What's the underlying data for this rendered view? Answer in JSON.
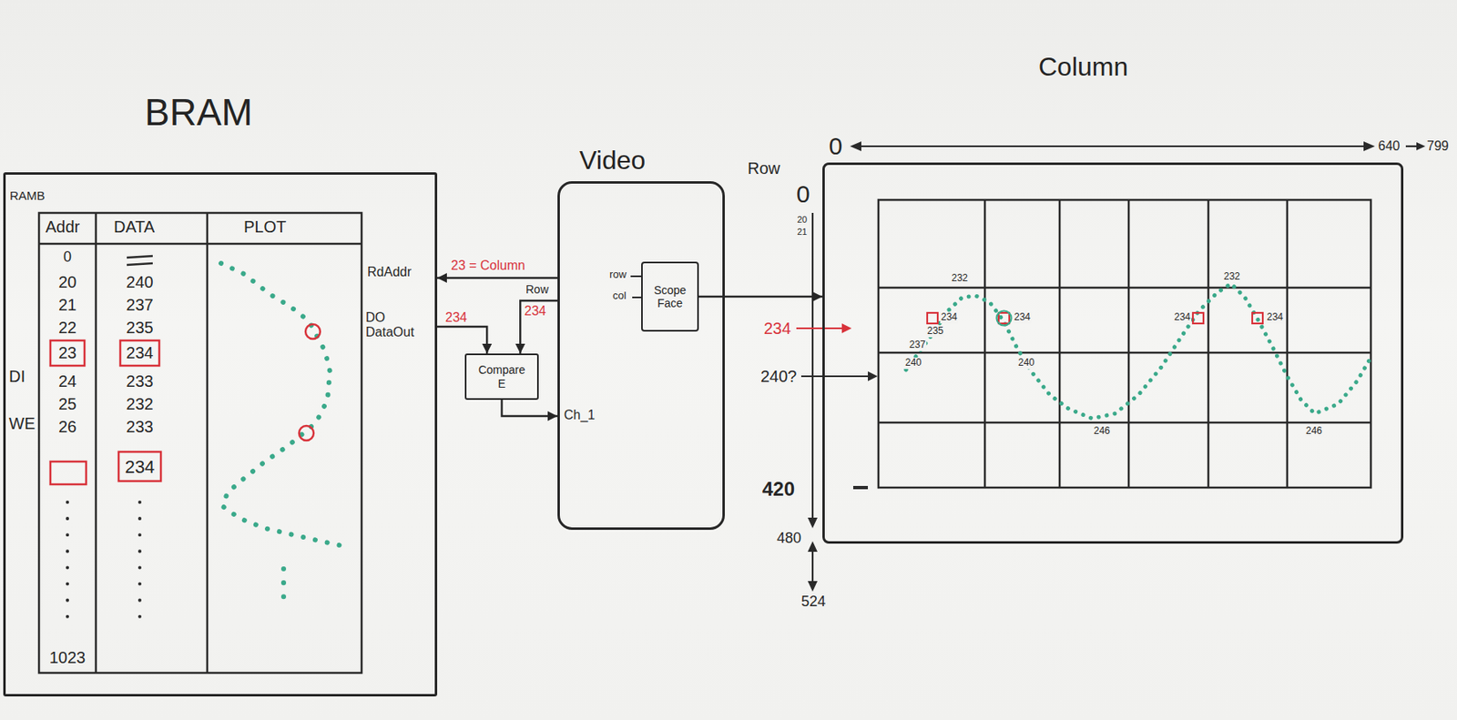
{
  "diagram": {
    "nodes": [
      {
        "text": [
          "BRAM"
        ]
      },
      {
        "text": [
          "Video"
        ]
      },
      {
        "text": [
          "Scope Face"
        ],
        "in": 1
      },
      {
        "text": [
          "Compare E"
        ]
      },
      {
        "text": [
          "Column"
        ]
      }
    ],
    "edges": [
      {
        "from": 1,
        "to": 0,
        "arrow": "to",
        "label": "23 = Column"
      },
      {
        "from": 0,
        "to": 3,
        "arrow": "to",
        "label": "234"
      },
      {
        "from": 1,
        "to": 3,
        "arrow": "to",
        "label": "234"
      },
      {
        "from": 3,
        "to": 1,
        "arrow": "to",
        "label": "Ch_1"
      },
      {
        "from": 2,
        "to": 4,
        "arrow": "to"
      }
    ],
    "labels": [
      "RAMB",
      "Addr",
      "DATA",
      "PLOT",
      "0",
      "20",
      "21",
      "22",
      "23",
      "24",
      "25",
      "26",
      "1023",
      "240",
      "237",
      "235",
      "234",
      "233",
      "232",
      "233",
      "234",
      "DI",
      "WE",
      "RdAddr",
      "DO DataOut",
      "row",
      "col",
      "0",
      "640",
      "799",
      "Row",
      "0",
      "20",
      "21",
      "234",
      "240?",
      "420",
      "480",
      "524",
      "232",
      "234",
      "235",
      "237",
      "240",
      "234",
      "240",
      "246",
      "234",
      "232",
      "234",
      "246",
      "Row"
    ]
  }
}
